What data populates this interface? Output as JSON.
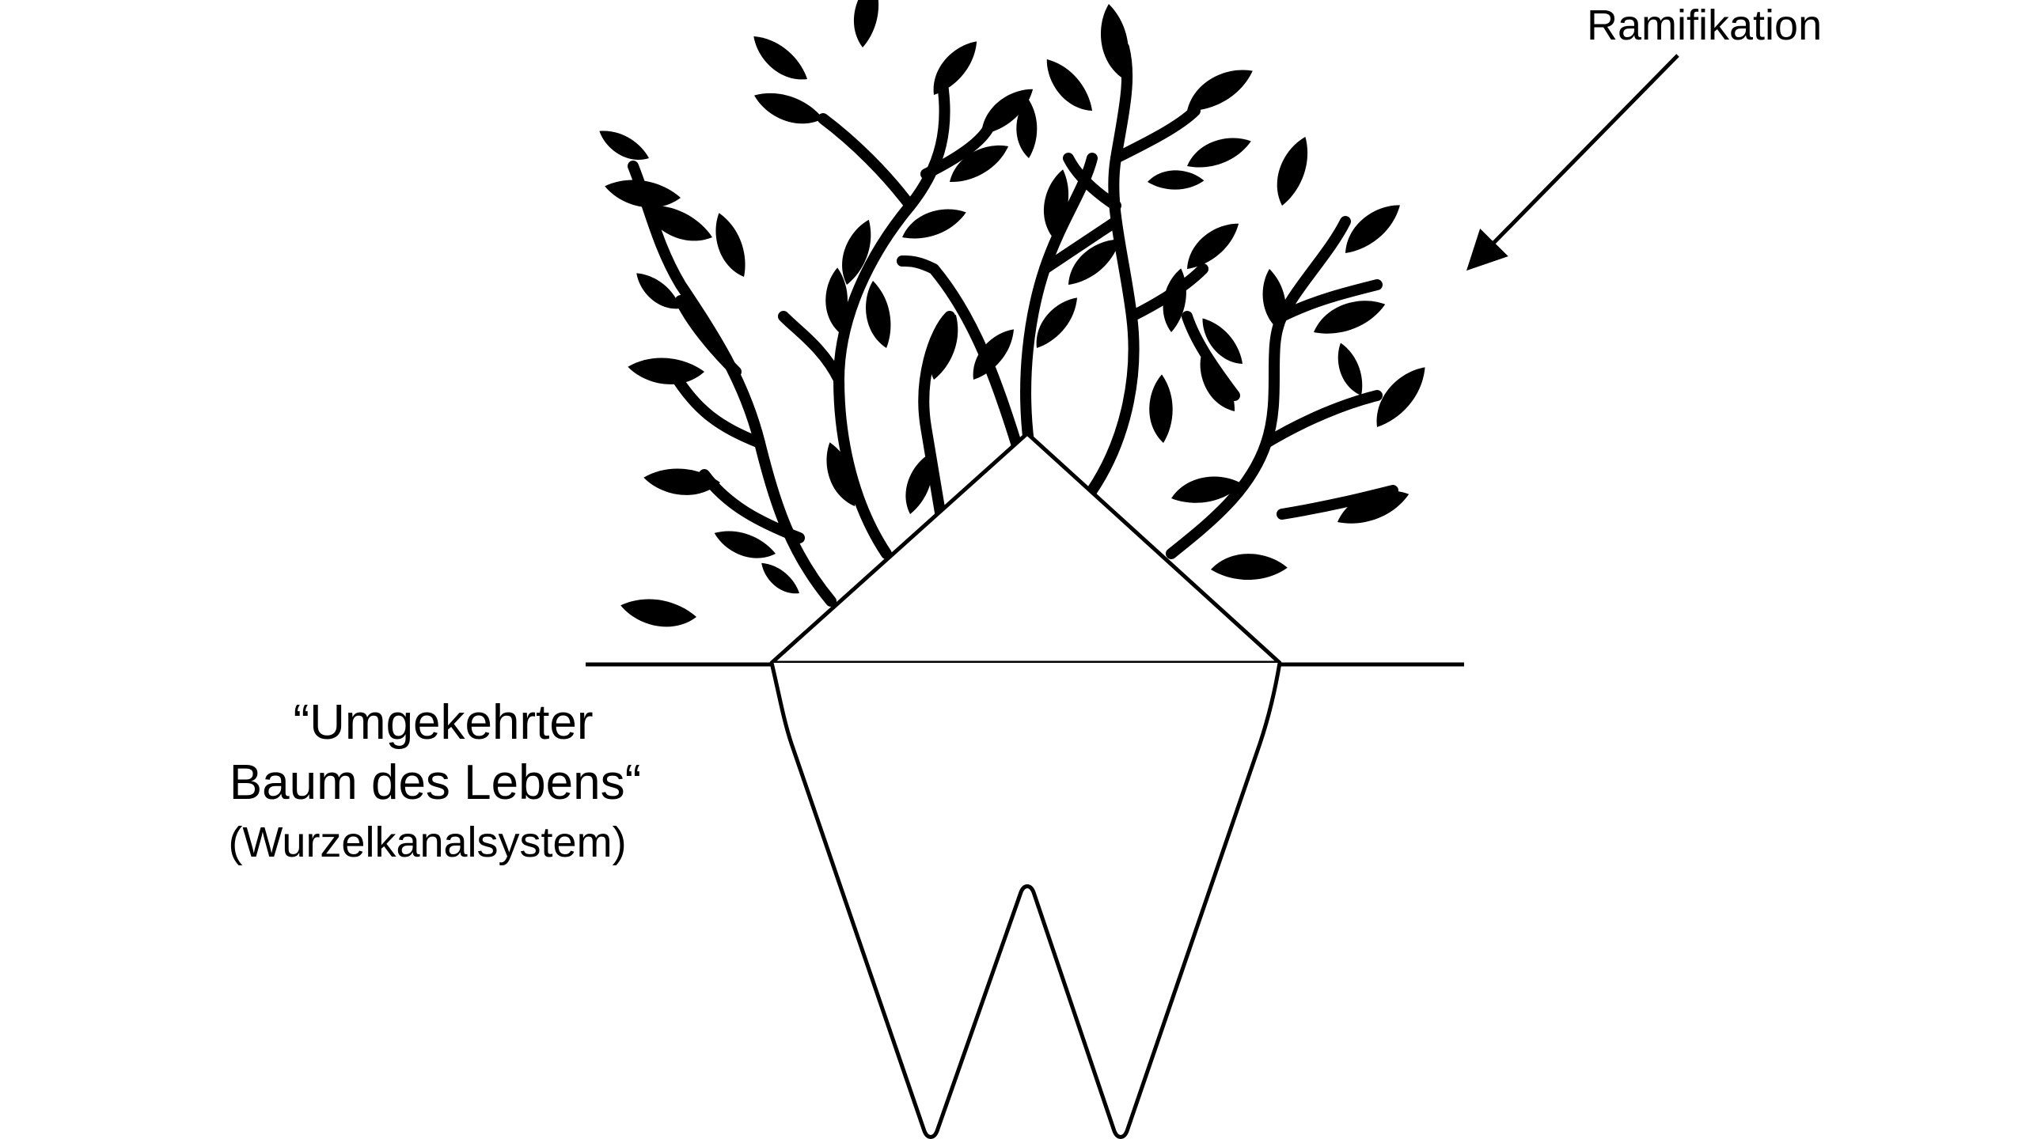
{
  "labels": {
    "ramification": "Ramifikation",
    "caption_line1": "“Umgekehrter",
    "caption_line2": "Baum des Lebens“",
    "caption_line3": "(Wurzelkanalsystem)"
  },
  "colors": {
    "ink": "#000000",
    "background": "#ffffff"
  }
}
